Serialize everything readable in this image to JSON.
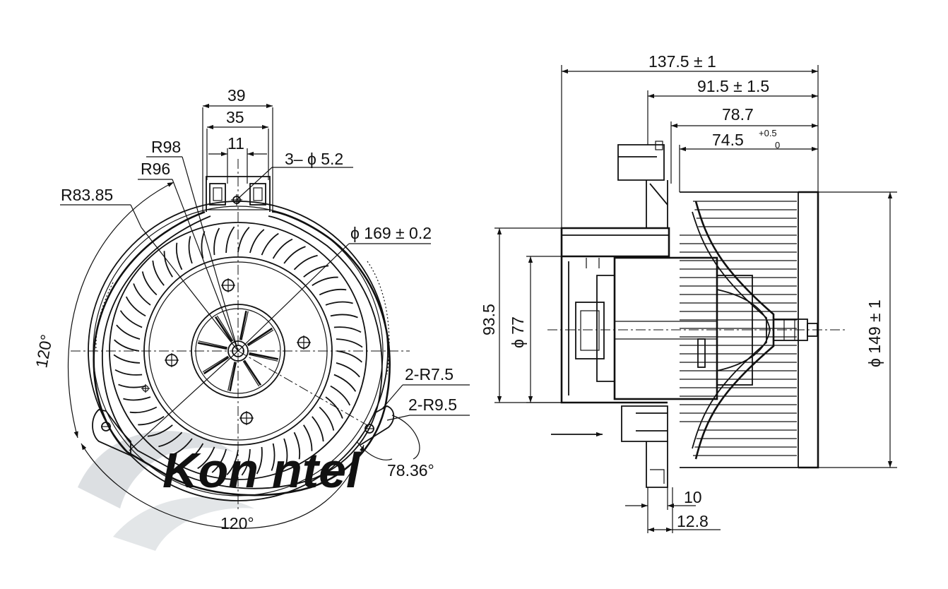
{
  "watermark": {
    "text_dark": "Kon",
    "text_light": "ntel",
    "light_color": "#a9d6f2",
    "dark_color": "#d4d8dc"
  },
  "front_view": {
    "dim_39": "39",
    "dim_35": "35",
    "dim_11": "11",
    "hole_spec": "3– ϕ 5.2",
    "r98": "R98",
    "r96": "R96",
    "r8385": "R83.85",
    "dia169": "ϕ 169 ± 0.2",
    "angle_left": "120°",
    "angle_bottom": "120°",
    "r75": "2-R7.5",
    "r95": "2-R9.5",
    "angle_ear": "78.36°"
  },
  "side_view": {
    "len_total": "137.5 ± 1",
    "len_915": "91.5 ± 1.5",
    "len_787": "78.7",
    "len_745": "74.5",
    "tol_upper": "+0.5",
    "tol_lower": "0",
    "dia_935": "93.5",
    "dia_77": "ϕ 77",
    "dia_149": "ϕ 149 ± 1",
    "dim_10": "10",
    "dim_128": "12.8"
  },
  "colors": {
    "line": "#111111",
    "background": "#ffffff"
  }
}
